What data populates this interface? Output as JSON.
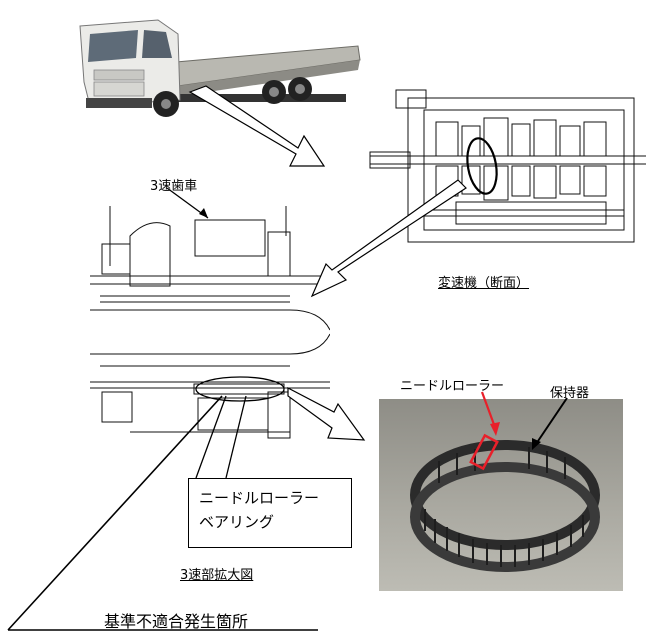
{
  "labels": {
    "gear3": "3速歯車",
    "transmission_section": "変速機（断面）",
    "needle_roller_top": "ニードルローラー",
    "retainer": "保持器",
    "callout_line1": "ニードルローラー",
    "callout_line2": "ベアリング",
    "enlarged_view": "3速部拡大図",
    "nonconformity_location": "基準不適合発生箇所"
  },
  "colors": {
    "truck_cab": "#e9e9e6",
    "truck_bed": "#b8b7b0",
    "highlight": "#e8202a"
  },
  "icons": [
    "truck-illustration",
    "transmission-cross-section",
    "gear-detail-drawing",
    "bearing-photo"
  ]
}
